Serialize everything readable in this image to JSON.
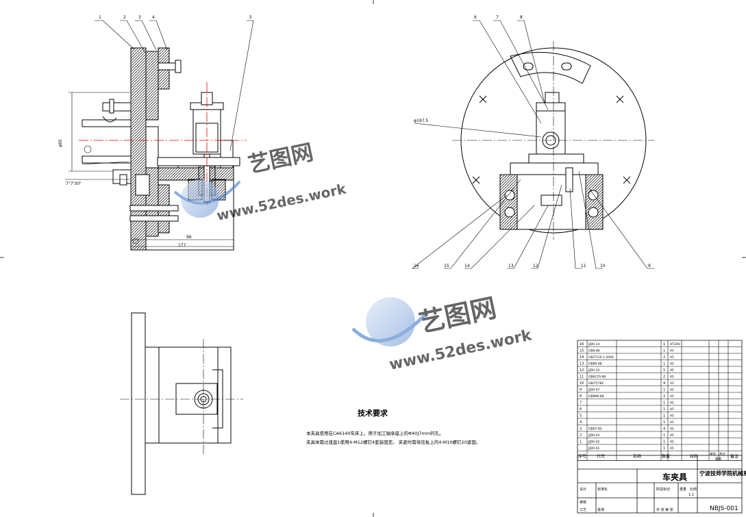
{
  "view_a": {
    "part_numbers": [
      "1",
      "2",
      "3",
      "4",
      "5"
    ],
    "dims": {
      "diameter": "φ95",
      "angle": "7°7'30\"",
      "d96": "96",
      "d177": "177"
    }
  },
  "view_b": {
    "part_numbers": [
      "6",
      "7",
      "8",
      "9",
      "10",
      "11",
      "12",
      "13",
      "14",
      "15",
      "16"
    ],
    "dims": {
      "diameter": "φ197.5"
    }
  },
  "tech": {
    "title": "技术要求",
    "line1": "本夹具使用在CA6140车床上，用于加工轴承座上的Φ40J7mm的孔。",
    "line2": "夹具体需过渡盘1使用4-M12螺钉4套装固定。 夹紧时需将压板上的4-M10螺钉20紧固。"
  },
  "watermark": {
    "brand": "艺图网",
    "url": "www.52des.work"
  },
  "bom": {
    "headers": {
      "seq": "序号",
      "code": "代号",
      "name": "名称",
      "qty": "数量",
      "material": "材料",
      "single": "单件",
      "total": "总计",
      "weight": "重量",
      "remark": "备注"
    },
    "rows": [
      {
        "seq": "16",
        "code": "JJD0-14",
        "qty": "1",
        "mat": "HT200"
      },
      {
        "seq": "15",
        "code": "GB6-86",
        "qty": "1",
        "mat": "45"
      },
      {
        "seq": "14",
        "code": "GB/T119.1-2000",
        "qty": "2",
        "mat": "45"
      },
      {
        "seq": "13",
        "code": "GB80-88",
        "qty": "1",
        "mat": "45"
      },
      {
        "seq": "12",
        "code": "JJD0-10",
        "qty": "1",
        "mat": "45"
      },
      {
        "seq": "11",
        "code": "GB6170-86",
        "qty": "2",
        "mat": "45"
      },
      {
        "seq": "10",
        "code": "GB/T5782",
        "qty": "4",
        "mat": "45"
      },
      {
        "seq": "9",
        "code": "JJD0-07",
        "qty": "1",
        "mat": "45"
      },
      {
        "seq": "8",
        "code": "GB898-88",
        "qty": "2",
        "mat": "45"
      },
      {
        "seq": "7",
        "code": "",
        "qty": "1",
        "mat": "45"
      },
      {
        "seq": "6",
        "code": "",
        "qty": "1",
        "mat": "45"
      },
      {
        "seq": "5",
        "code": "",
        "qty": "1",
        "mat": "45"
      },
      {
        "seq": "4",
        "code": "",
        "qty": "1",
        "mat": "45"
      },
      {
        "seq": "3",
        "code": "GB67-85",
        "qty": "4",
        "mat": "45"
      },
      {
        "seq": "2",
        "code": "JJD0-03",
        "qty": "1",
        "mat": "45"
      },
      {
        "seq": "1",
        "code": "JJD0-02",
        "qty": "1",
        "mat": "45"
      },
      {
        "seq": "",
        "code": "JJD0-01",
        "qty": "1",
        "mat": "45"
      }
    ]
  },
  "title_block": {
    "drawing_name": "车夹具",
    "school": "宁波技师学院机械系",
    "drawing_no": "NBJS-001",
    "scale": "1:1",
    "stage_mark": "阶段标记",
    "weight_label": "重量",
    "scale_label": "比例",
    "designer": "设计",
    "standardized": "标准化",
    "review": "审核",
    "process": "工艺",
    "approve": "批准",
    "sheet_info": "共   张   第   张"
  }
}
